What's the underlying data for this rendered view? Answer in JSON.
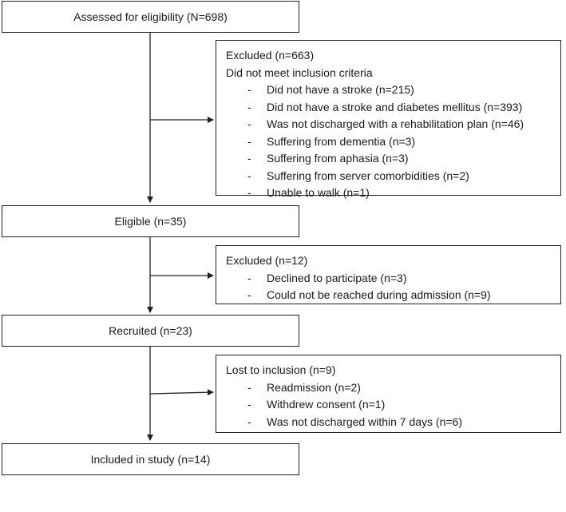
{
  "main_boxes": {
    "assessed": "Assessed for eligibility (N=698)",
    "eligible": "Eligible (n=35)",
    "recruited": "Recruited (n=23)",
    "included": "Included in study (n=14)"
  },
  "excluded_1": {
    "title": "Excluded (n=663)",
    "subtitle": "Did not meet inclusion criteria",
    "items": [
      "Did not have a stroke (n=215)",
      "Did not have a stroke and diabetes mellitus (n=393)",
      "Was not discharged with a rehabilitation plan (n=46)",
      "Suffering from dementia (n=3)",
      "Suffering from aphasia (n=3)",
      "Suffering from server comorbidities (n=2)",
      "Unable to walk (n=1)"
    ]
  },
  "excluded_2": {
    "title": "Excluded (n=12)",
    "items": [
      "Declined to participate (n=3)",
      "Could not be reached during admission (n=9)"
    ]
  },
  "lost": {
    "title": "Lost to inclusion (n=9)",
    "items": [
      "Readmission (n=2)",
      "Withdrew consent (n=1)",
      "Was not discharged within 7 days (n=6)"
    ]
  },
  "bullet_char": "-"
}
